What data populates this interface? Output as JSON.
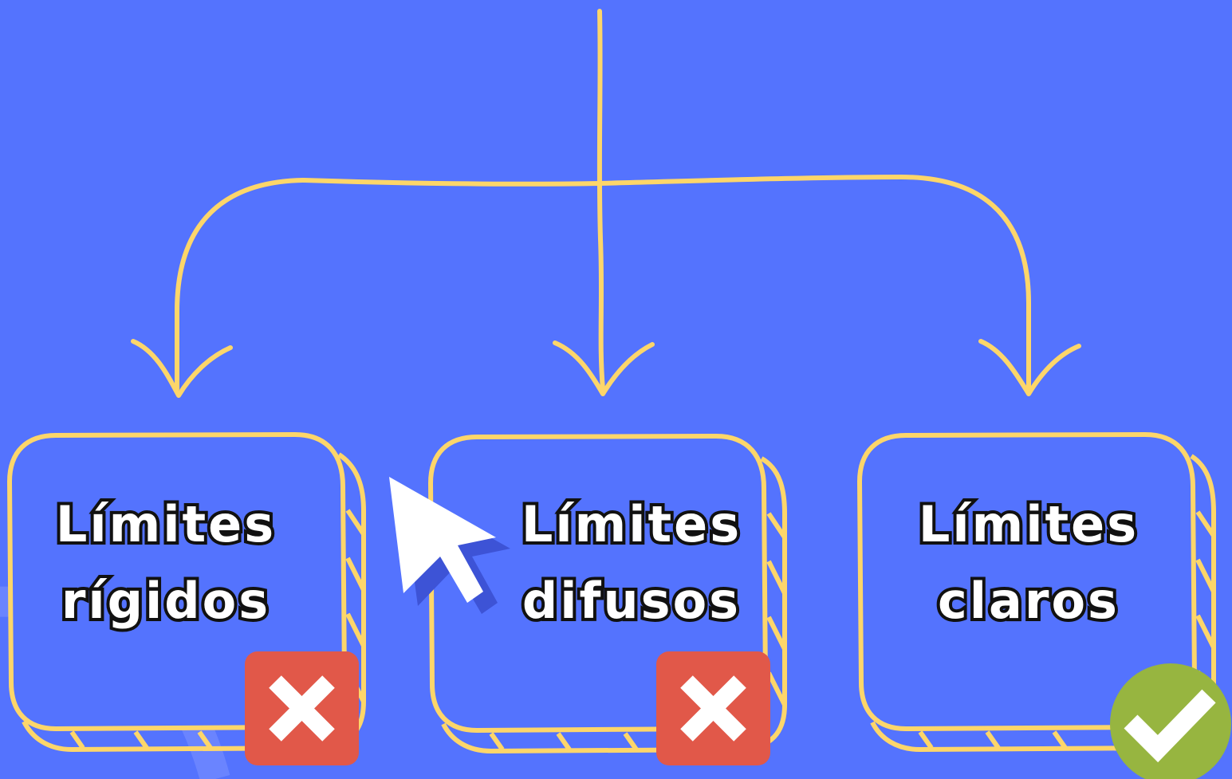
{
  "colors": {
    "background": "#5473fe",
    "line": "#fdd66a",
    "wrong": "#e15849",
    "right": "#97b540",
    "cursor": "#ffffff",
    "cursor_shadow": "#3d53d6"
  },
  "boxes": [
    {
      "line1": "Límites",
      "line2": "rígidos",
      "status": "wrong",
      "status_icon": "close-icon"
    },
    {
      "line1": "Límites",
      "line2": "difusos",
      "status": "wrong",
      "status_icon": "close-icon"
    },
    {
      "line1": "Límites",
      "line2": "claros",
      "status": "right",
      "status_icon": "check-icon"
    }
  ]
}
